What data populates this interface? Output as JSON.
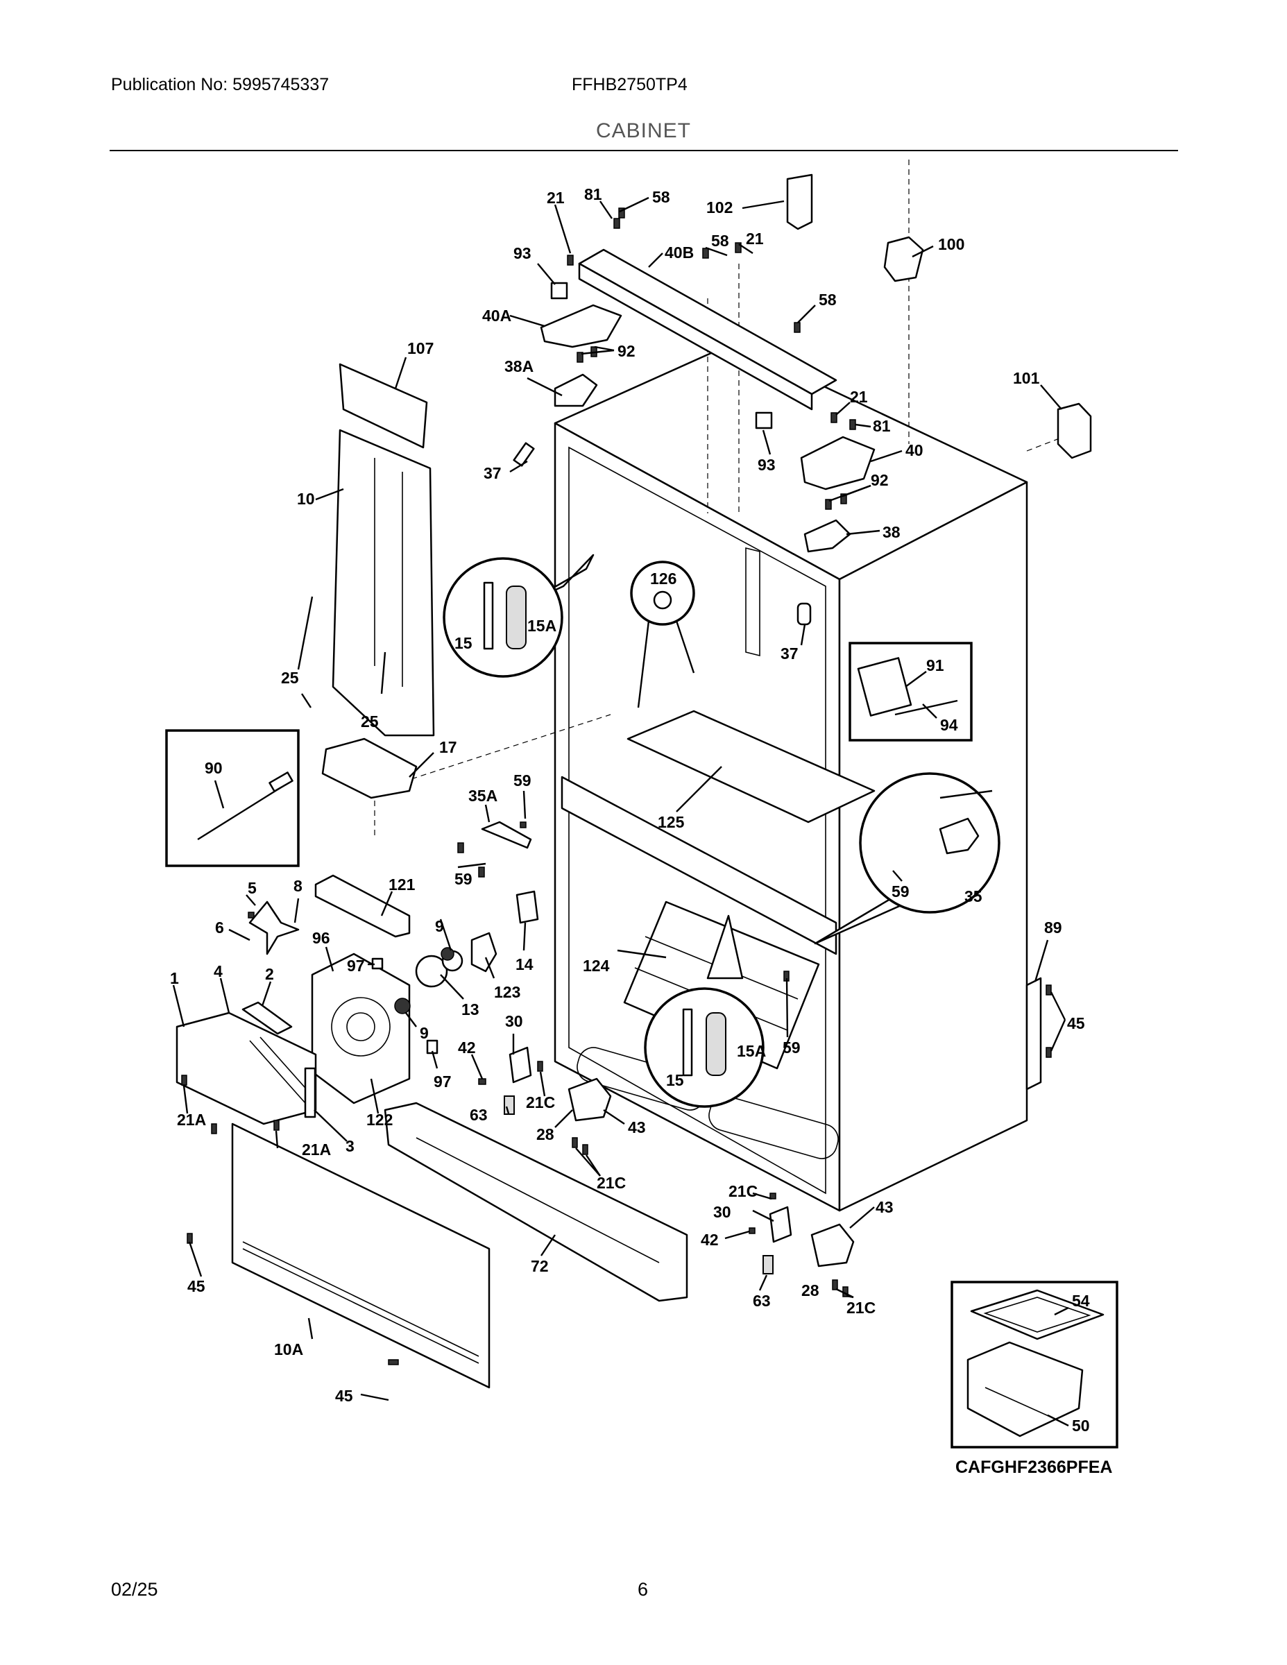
{
  "header": {
    "publication": "Publication No: 5995745337",
    "model": "FFHB2750TP4",
    "section": "CABINET"
  },
  "footer": {
    "date": "02/25",
    "page": "6"
  },
  "callouts": [
    {
      "id": "c21a",
      "text": "21"
    },
    {
      "id": "c81a",
      "text": "81"
    },
    {
      "id": "c58a",
      "text": "58"
    },
    {
      "id": "c102",
      "text": "102"
    },
    {
      "id": "c93a",
      "text": "93"
    },
    {
      "id": "c40b",
      "text": "40B"
    },
    {
      "id": "c58b",
      "text": "58"
    },
    {
      "id": "c21b",
      "text": "21"
    },
    {
      "id": "c100",
      "text": "100"
    },
    {
      "id": "c58c",
      "text": "58"
    },
    {
      "id": "c40a",
      "text": "40A"
    },
    {
      "id": "c92a",
      "text": "92"
    },
    {
      "id": "c107",
      "text": "107"
    },
    {
      "id": "c38a",
      "text": "38A"
    },
    {
      "id": "c101",
      "text": "101"
    },
    {
      "id": "c21c",
      "text": "21"
    },
    {
      "id": "c81b",
      "text": "81"
    },
    {
      "id": "c37a",
      "text": "37"
    },
    {
      "id": "c93b",
      "text": "93"
    },
    {
      "id": "c40",
      "text": "40"
    },
    {
      "id": "c10",
      "text": "10"
    },
    {
      "id": "c92b",
      "text": "92"
    },
    {
      "id": "c38",
      "text": "38"
    },
    {
      "id": "c126",
      "text": "126"
    },
    {
      "id": "c15a1",
      "text": "15A"
    },
    {
      "id": "c15_1",
      "text": "15"
    },
    {
      "id": "c37b",
      "text": "37"
    },
    {
      "id": "c91",
      "text": "91"
    },
    {
      "id": "c25a",
      "text": "25"
    },
    {
      "id": "c94",
      "text": "94"
    },
    {
      "id": "c25b",
      "text": "25"
    },
    {
      "id": "c17",
      "text": "17"
    },
    {
      "id": "c90",
      "text": "90"
    },
    {
      "id": "c59a",
      "text": "59"
    },
    {
      "id": "c35a",
      "text": "35A"
    },
    {
      "id": "c125",
      "text": "125"
    },
    {
      "id": "c59b",
      "text": "59"
    },
    {
      "id": "c59c",
      "text": "59"
    },
    {
      "id": "c35",
      "text": "35"
    },
    {
      "id": "c5",
      "text": "5"
    },
    {
      "id": "c8",
      "text": "8"
    },
    {
      "id": "c121",
      "text": "121"
    },
    {
      "id": "c6",
      "text": "6"
    },
    {
      "id": "c96",
      "text": "96"
    },
    {
      "id": "c9a",
      "text": "9"
    },
    {
      "id": "c14",
      "text": "14"
    },
    {
      "id": "c89",
      "text": "89"
    },
    {
      "id": "c97a",
      "text": "97"
    },
    {
      "id": "c124",
      "text": "124"
    },
    {
      "id": "c123",
      "text": "123"
    },
    {
      "id": "c1",
      "text": "1"
    },
    {
      "id": "c4",
      "text": "4"
    },
    {
      "id": "c2",
      "text": "2"
    },
    {
      "id": "c13",
      "text": "13"
    },
    {
      "id": "c9b",
      "text": "9"
    },
    {
      "id": "c30a",
      "text": "30"
    },
    {
      "id": "c45a",
      "text": "45"
    },
    {
      "id": "c42a",
      "text": "42"
    },
    {
      "id": "c59d",
      "text": "59"
    },
    {
      "id": "c15a2",
      "text": "15A"
    },
    {
      "id": "c97b",
      "text": "97"
    },
    {
      "id": "c15_2",
      "text": "15"
    },
    {
      "id": "c21c1",
      "text": "21C"
    },
    {
      "id": "c63a",
      "text": "63"
    },
    {
      "id": "c122",
      "text": "122"
    },
    {
      "id": "c21aa",
      "text": "21A"
    },
    {
      "id": "c28a",
      "text": "28"
    },
    {
      "id": "c43a",
      "text": "43"
    },
    {
      "id": "c21ab",
      "text": "21A"
    },
    {
      "id": "c3",
      "text": "3"
    },
    {
      "id": "c21c2",
      "text": "21C"
    },
    {
      "id": "c21c3",
      "text": "21C"
    },
    {
      "id": "c30b",
      "text": "30"
    },
    {
      "id": "c43b",
      "text": "43"
    },
    {
      "id": "c42b",
      "text": "42"
    },
    {
      "id": "c45b",
      "text": "45"
    },
    {
      "id": "c72",
      "text": "72"
    },
    {
      "id": "c63b",
      "text": "63"
    },
    {
      "id": "c28b",
      "text": "28"
    },
    {
      "id": "c21c4",
      "text": "21C"
    },
    {
      "id": "c54",
      "text": "54"
    },
    {
      "id": "c10a",
      "text": "10A"
    },
    {
      "id": "c50",
      "text": "50"
    },
    {
      "id": "c45c",
      "text": "45"
    }
  ],
  "kit_label": "CAFGHF2366PFEA"
}
